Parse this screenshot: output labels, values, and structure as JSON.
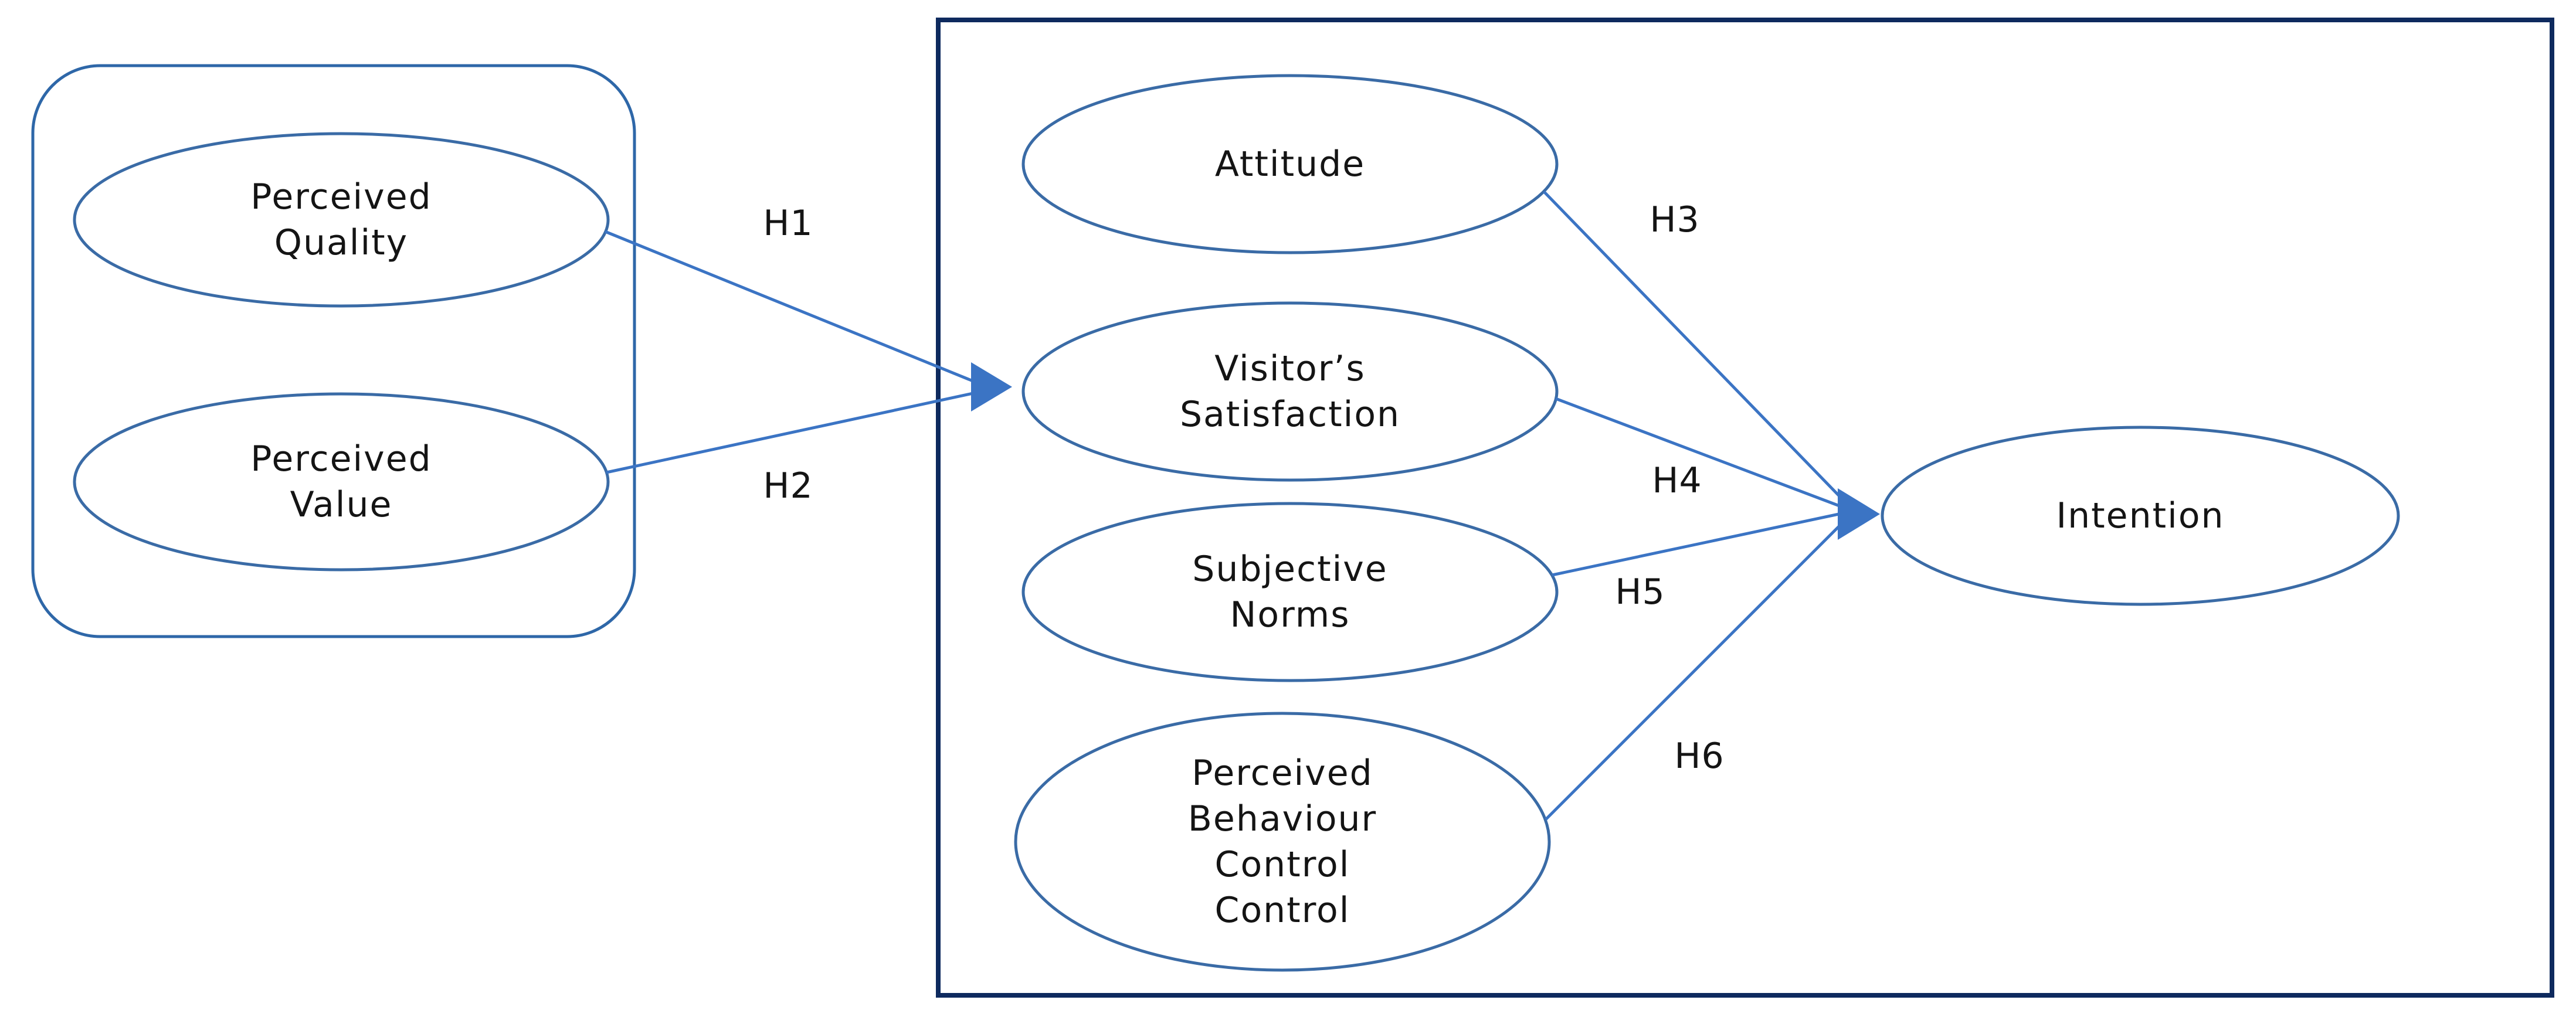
{
  "diagram": {
    "type": "hypothesis-model",
    "colors": {
      "background": "#ffffff",
      "node-stroke": "#3a6ba6",
      "group-stroke": "#2e67a8",
      "model-box-stroke": "#0e2a5e",
      "connector": "#3b74c4",
      "text": "#141414"
    },
    "nodes": {
      "perceived_quality": {
        "label": "Perceived\nQuality"
      },
      "perceived_value": {
        "label": "Perceived\nValue"
      },
      "attitude": {
        "label": "Attitude"
      },
      "visitors_satisfaction": {
        "label": "Visitor’s\nSatisfaction"
      },
      "subjective_norms": {
        "label": "Subjective\nNorms"
      },
      "perceived_behaviour_control": {
        "label": "Perceived\nBehaviour\nControl\nControl"
      },
      "intention": {
        "label": "Intention"
      }
    },
    "edges": {
      "h1": {
        "label": "H1",
        "from": "perceived_quality",
        "to": "visitors_satisfaction"
      },
      "h2": {
        "label": "H2",
        "from": "perceived_value",
        "to": "visitors_satisfaction"
      },
      "h3": {
        "label": "H3",
        "from": "attitude",
        "to": "intention"
      },
      "h4": {
        "label": "H4",
        "from": "visitors_satisfaction",
        "to": "intention"
      },
      "h5": {
        "label": "H5",
        "from": "subjective_norms",
        "to": "intention"
      },
      "h6": {
        "label": "H6",
        "from": "perceived_behaviour_control",
        "to": "intention"
      }
    }
  }
}
